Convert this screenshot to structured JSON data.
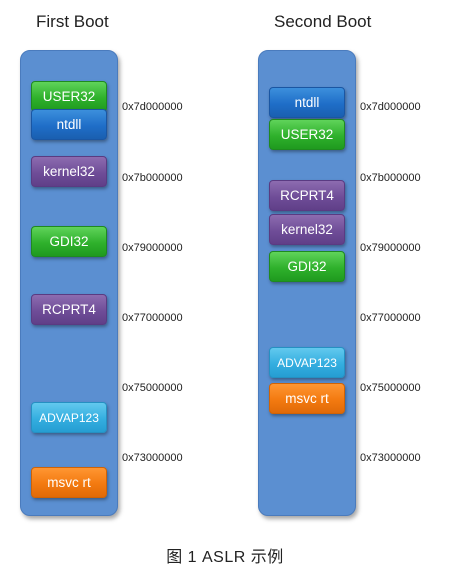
{
  "first_boot": {
    "title": "First Boot",
    "modules": [
      {
        "label": "USER32",
        "color": "green"
      },
      {
        "label": "ntdll",
        "color": "blue"
      },
      {
        "label": "kernel32",
        "color": "purple"
      },
      {
        "label": "GDI32",
        "color": "green"
      },
      {
        "label": "RCPRT4",
        "color": "purple"
      },
      {
        "label": "ADVAP123",
        "color": "cyan"
      },
      {
        "label": "msvc rt",
        "color": "orange"
      }
    ],
    "addresses": [
      "0x7d000000",
      "0x7b000000",
      "0x79000000",
      "0x77000000",
      "0x75000000",
      "0x73000000"
    ]
  },
  "second_boot": {
    "title": "Second Boot",
    "modules": [
      {
        "label": "ntdll",
        "color": "blue"
      },
      {
        "label": "USER32",
        "color": "green"
      },
      {
        "label": "RCPRT4",
        "color": "purple"
      },
      {
        "label": "kernel32",
        "color": "purple"
      },
      {
        "label": "GDI32",
        "color": "green"
      },
      {
        "label": "ADVAP123",
        "color": "cyan"
      },
      {
        "label": "msvc rt",
        "color": "orange"
      }
    ],
    "addresses": [
      "0x7d000000",
      "0x7b000000",
      "0x79000000",
      "0x77000000",
      "0x75000000",
      "0x73000000"
    ]
  },
  "colors": {
    "column": "#5b8fd1",
    "green": "#2fb12c",
    "blue": "#1f6ec8",
    "purple": "#6f4d98",
    "cyan": "#34aee0",
    "orange": "#f37a10"
  },
  "caption": "图 1  ASLR 示例"
}
